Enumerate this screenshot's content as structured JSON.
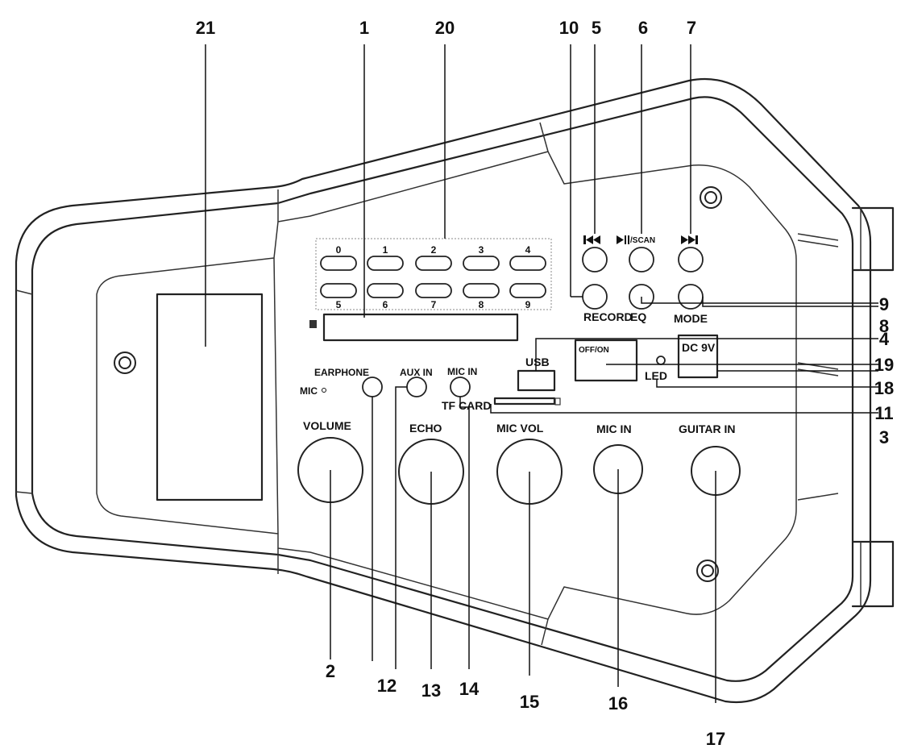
{
  "callouts": {
    "n1": "1",
    "n2": "2",
    "n3": "3",
    "n4": "4",
    "n5": "5",
    "n6": "6",
    "n7": "7",
    "n8": "8",
    "n9": "9",
    "n10": "10",
    "n11": "11",
    "n12": "12",
    "n13": "13",
    "n14": "14",
    "n15": "15",
    "n16": "16",
    "n17": "17",
    "n18": "18",
    "n19": "19",
    "n20": "20",
    "n21": "21"
  },
  "numpad": {
    "top": [
      "0",
      "1",
      "2",
      "3",
      "4"
    ],
    "bottom": [
      "5",
      "6",
      "7",
      "8",
      "9"
    ]
  },
  "labels": {
    "record": "RECORD",
    "eq": "EQ",
    "mode": "MODE",
    "usb": "USB",
    "off_on": "OFF/ON",
    "dc9v": "DC 9V",
    "led": "LED",
    "earphone": "EARPHONE",
    "aux_in": "AUX IN",
    "mic_in_small": "MIC IN",
    "mic_dot": "MIC",
    "tf_card": "TF CARD",
    "volume": "VOLUME",
    "echo": "ECHO",
    "mic_vol": "MIC VOL",
    "mic_in": "MIC IN",
    "guitar_in": "GUITAR IN",
    "play_scan": "/SCAN"
  },
  "icons": {
    "prev": "previous-track-icon",
    "play": "play-pause-icon",
    "next": "next-track-icon"
  }
}
